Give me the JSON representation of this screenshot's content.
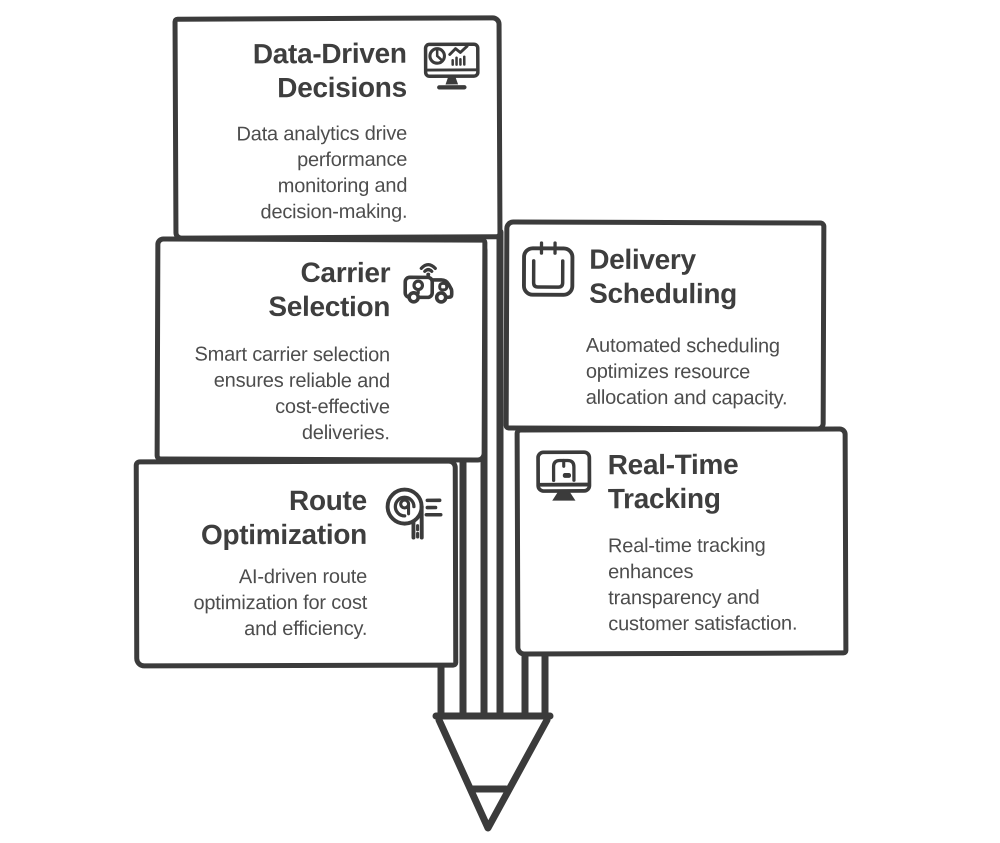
{
  "diagram": {
    "kind": "pencil-infographic",
    "topic": "logistics features",
    "palette": {
      "stroke": "#3b3b3b",
      "title_text": "#3e3e3e",
      "body_text": "#4d4d4d",
      "background": "#ffffff"
    }
  },
  "cards": [
    {
      "id": "data-driven-decisions",
      "icon": "analytics-monitor-icon",
      "title_lines": [
        "Data-Driven",
        "Decisions"
      ],
      "body_lines": [
        "Data analytics drive",
        "performance",
        "monitoring and",
        "decision-making."
      ]
    },
    {
      "id": "carrier-selection",
      "icon": "delivery-truck-icon",
      "title_lines": [
        "Carrier",
        "Selection"
      ],
      "body_lines": [
        "Smart carrier selection",
        "ensures reliable and",
        "cost-effective",
        "deliveries."
      ]
    },
    {
      "id": "route-optimization",
      "icon": "route-loop-icon",
      "title_lines": [
        "Route",
        "Optimization"
      ],
      "body_lines": [
        "AI-driven route",
        "optimization for cost",
        "and efficiency."
      ]
    },
    {
      "id": "delivery-scheduling",
      "icon": "calendar-icon",
      "title_lines": [
        "Delivery",
        "Scheduling"
      ],
      "body_lines": [
        "Automated scheduling",
        "optimizes resource",
        "allocation and capacity."
      ]
    },
    {
      "id": "real-time-tracking",
      "icon": "tracking-monitor-icon",
      "title_lines": [
        "Real-Time",
        "Tracking"
      ],
      "body_lines": [
        "Real-time tracking",
        "enhances",
        "transparency and",
        "customer satisfaction."
      ]
    }
  ],
  "pencil": {
    "name": "pencil-illustration",
    "parts": [
      "body-facets",
      "collar",
      "wood-cone",
      "lead-tip"
    ]
  }
}
